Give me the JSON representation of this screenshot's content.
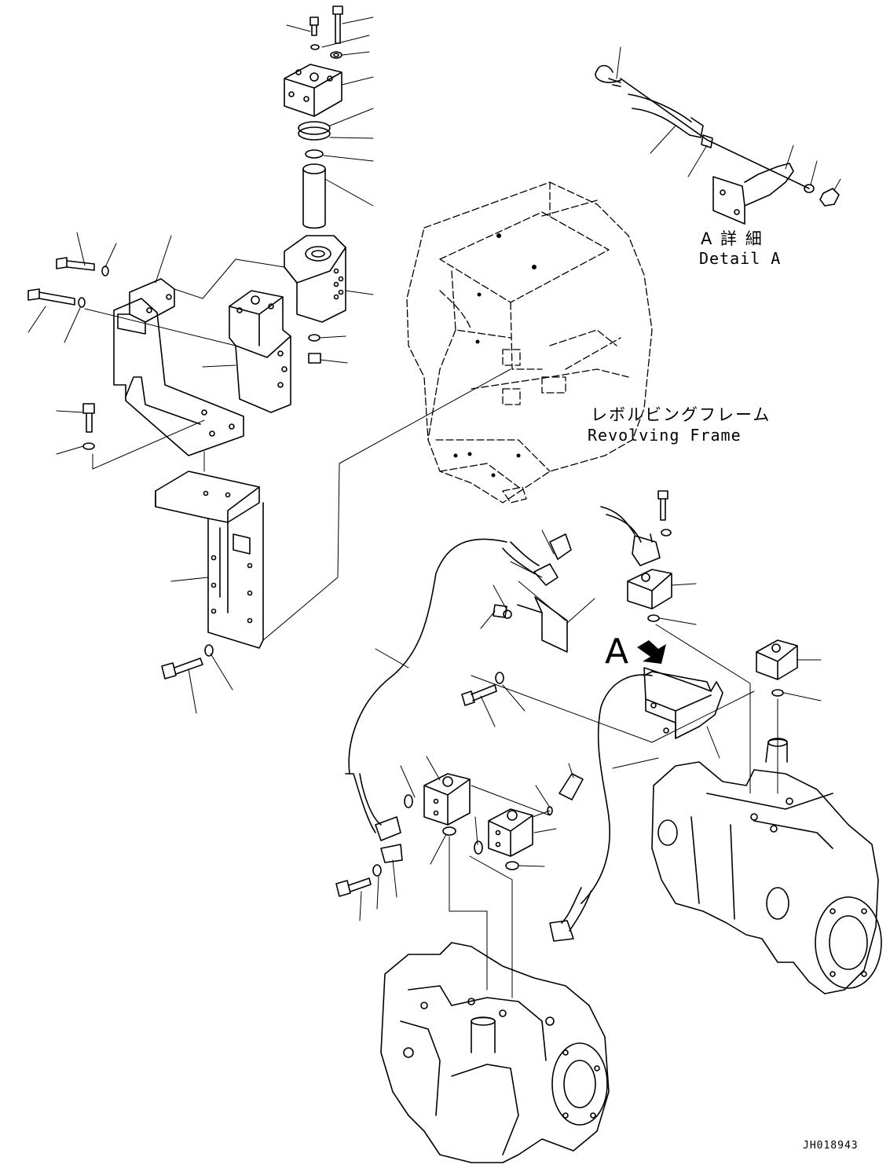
{
  "diagram": {
    "frame_label_jp": "レボルビングフレーム",
    "frame_label_en": "Revolving Frame",
    "detail_label_jp": "A 詳 細",
    "detail_label_en": "Detail A",
    "view_marker": "A",
    "drawing_code": "JH018943"
  },
  "colors": {
    "line": "#000000",
    "background": "#ffffff"
  }
}
